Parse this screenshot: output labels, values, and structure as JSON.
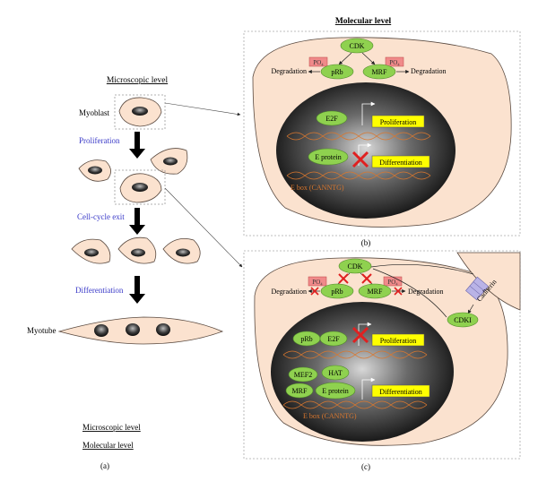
{
  "panel_a": {
    "heading": "Microscopic level",
    "myoblast_label": "Myoblast",
    "myotube_label": "Myotube",
    "steps": [
      "Proliferation",
      "Cell-cycle exit",
      "Differentiation"
    ],
    "footer_top": "Microscopic level",
    "footer_bottom": "Molecular level",
    "caption": "(a)"
  },
  "panel_b": {
    "heading": "Molecular level",
    "cdk": "CDK",
    "po4_left": "PO₄",
    "po4_right": "PO₄",
    "prb": "pRb",
    "mrf": "MRF",
    "degradation_left": "Degradation",
    "degradation_right": "Degradation",
    "e2f": "E2F",
    "e_protein": "E protein",
    "proliferation": "Proliferation",
    "differentiation": "Differentiation",
    "ebox": "E box (CANNTG)",
    "caption": "(b)"
  },
  "panel_c": {
    "cdk": "CDK",
    "po4_left": "PO₄",
    "po4_right": "PO₄",
    "prb": "pRb",
    "mrf": "MRF",
    "degradation_left": "Degradation",
    "degradation_right": "Degradation",
    "cadherin": "Cadherin",
    "cdki": "CDKI",
    "prb_nuc": "pRb",
    "e2f": "E2F",
    "proliferation": "Proliferation",
    "mef2": "MEF2",
    "hat": "HAT",
    "mrf_nuc": "MRF",
    "e_protein": "E protein",
    "differentiation": "Differentiation",
    "ebox": "E box (CANNTG)",
    "caption": "(c)"
  },
  "colors": {
    "cell_fill": "#fbe2cf",
    "cell_stroke": "#5a4a40",
    "green": "#8fd14f",
    "green_stroke": "#4f8a2a",
    "yellow": "#ffff00",
    "po4_fill": "#f08a8a",
    "red": "#e02020",
    "dna": "#d9772e",
    "blue_text": "#3a3ac8",
    "cadherin": "#b9b3e6"
  }
}
